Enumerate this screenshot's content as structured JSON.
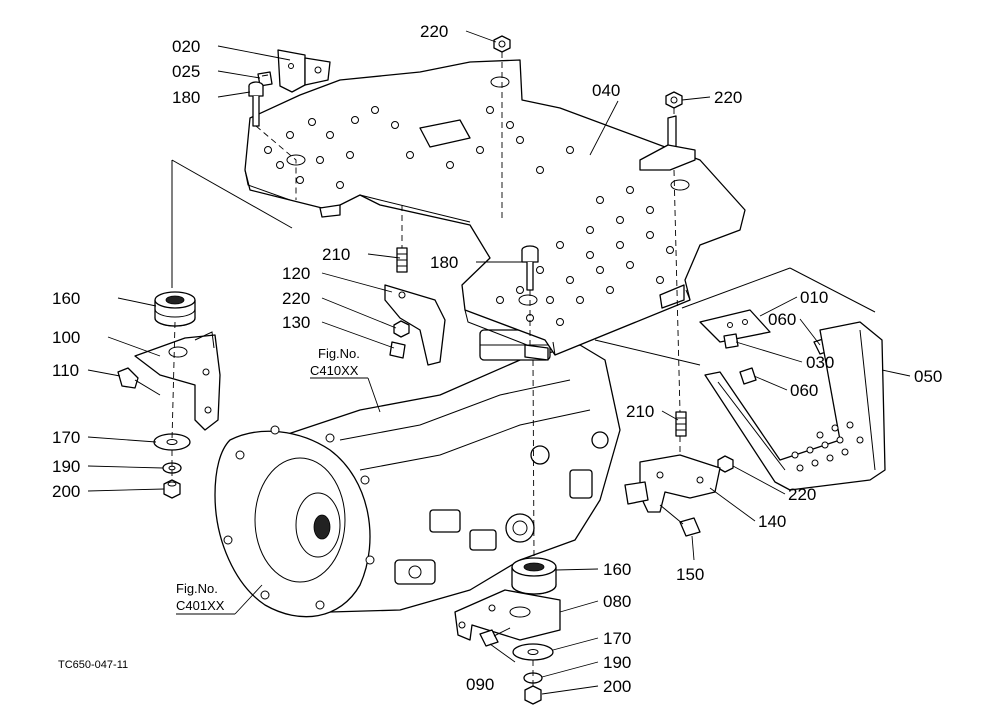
{
  "callouts": [
    {
      "id": "020",
      "text": "020"
    },
    {
      "id": "025",
      "text": "025"
    },
    {
      "id": "180a",
      "text": "180"
    },
    {
      "id": "220a",
      "text": "220"
    },
    {
      "id": "040",
      "text": "040"
    },
    {
      "id": "220b",
      "text": "220"
    },
    {
      "id": "210a",
      "text": "210"
    },
    {
      "id": "180b",
      "text": "180"
    },
    {
      "id": "120",
      "text": "120"
    },
    {
      "id": "220c",
      "text": "220"
    },
    {
      "id": "130",
      "text": "130"
    },
    {
      "id": "160a",
      "text": "160"
    },
    {
      "id": "100",
      "text": "100"
    },
    {
      "id": "110",
      "text": "110"
    },
    {
      "id": "170a",
      "text": "170"
    },
    {
      "id": "190a",
      "text": "190"
    },
    {
      "id": "200a",
      "text": "200"
    },
    {
      "id": "010",
      "text": "010"
    },
    {
      "id": "060a",
      "text": "060"
    },
    {
      "id": "030",
      "text": "030"
    },
    {
      "id": "050",
      "text": "050"
    },
    {
      "id": "060b",
      "text": "060"
    },
    {
      "id": "210b",
      "text": "210"
    },
    {
      "id": "220d",
      "text": "220"
    },
    {
      "id": "140",
      "text": "140"
    },
    {
      "id": "150",
      "text": "150"
    },
    {
      "id": "160b",
      "text": "160"
    },
    {
      "id": "080",
      "text": "080"
    },
    {
      "id": "170b",
      "text": "170"
    },
    {
      "id": "090",
      "text": "090"
    },
    {
      "id": "190b",
      "text": "190"
    },
    {
      "id": "200b",
      "text": "200"
    }
  ],
  "figure_refs": [
    {
      "line1": "Fig.No.",
      "line2": "C410XX"
    },
    {
      "line1": "Fig.No.",
      "line2": "C401XX"
    }
  ],
  "drawing_code": "TC650-047-11"
}
